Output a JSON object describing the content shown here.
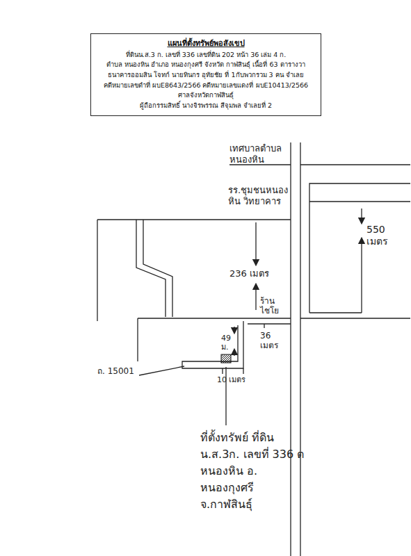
{
  "diagram": {
    "title": "แผนที่ตั้งทรัพย์พอสังเขป",
    "nodes": [
      {
        "text": [
          "ที่ดินน.ส.3 ก. เลขที่ 336 เลขที่ดิน 202  หน้า 36 เล่ม 4 ก.",
          "ตำบล หนองหิน  อำเภอ หนองกุงศรี  จังหวัด กาฬสินธุ์  เนื้อที่ 63 ตารางวา",
          "ธนาคารออมสิน โจทก์ นายทินกร อุทัยชัย ที่ 1กับพวกรวม 3 คน จำเลย",
          "คดีหมายเลขดำที่ ผบE8643/2566  คดีหมายเลขแดงที่ ผบE10413/2566  ศาลจังหวัดกาฬสินธุ์",
          "ผู้ถือกรรมสิทธิ์  นางจิรพรรณ สีจุมพล  จำเลยที่ 2"
        ]
      }
    ],
    "labels": [
      "เทศบาลตำบลหนองหิน",
      "รร.ชุมชนหนองหิน วิทยาคาร",
      "550 เมตร",
      "236 เมตร",
      "ร้านไชโย",
      "49 ม.",
      "36 เมตร",
      "10 เมตร",
      "ถ. 15001",
      "ที่ตั้งทรัพย์ ที่ดิน น.ส.3ก. เลขที่ 336 ตหนองหิน อ. หนองกุงศรี จ.กาฬสินธุ์"
    ]
  }
}
